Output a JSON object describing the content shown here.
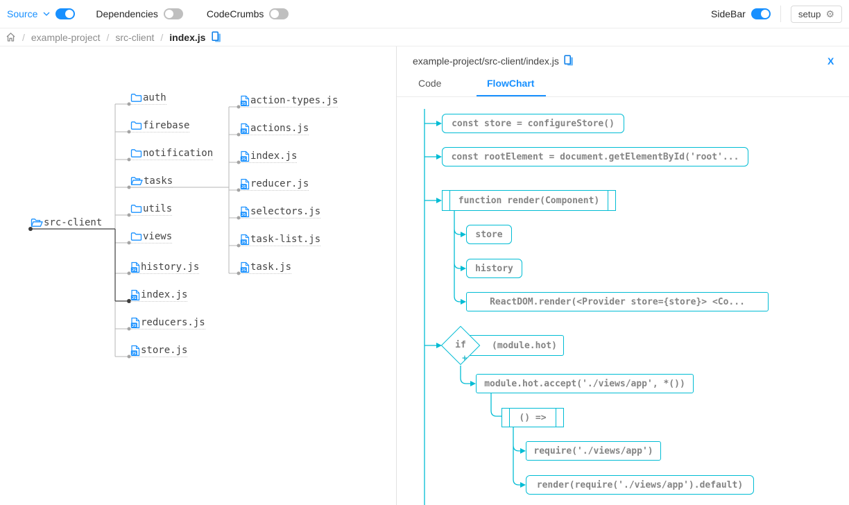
{
  "toolbar": {
    "source": {
      "label": "Source",
      "toggle": "on"
    },
    "dependencies": {
      "label": "Dependencies",
      "toggle": "off"
    },
    "codecrumbs": {
      "label": "CodeCrumbs",
      "toggle": "off"
    },
    "sidebar": {
      "label": "SideBar",
      "toggle": "on"
    },
    "setup_label": "setup"
  },
  "breadcrumb": {
    "separator": "/",
    "items": [
      "example-project",
      "src-client",
      "index.js"
    ]
  },
  "tree": {
    "root": {
      "name": "src-client",
      "type": "folder-open"
    },
    "level1": [
      {
        "name": "auth",
        "type": "folder"
      },
      {
        "name": "firebase",
        "type": "folder"
      },
      {
        "name": "notification",
        "type": "folder"
      },
      {
        "name": "tasks",
        "type": "folder-open"
      },
      {
        "name": "utils",
        "type": "folder"
      },
      {
        "name": "views",
        "type": "folder"
      },
      {
        "name": "history.js",
        "type": "file"
      },
      {
        "name": "index.js",
        "type": "file",
        "selected": true
      },
      {
        "name": "reducers.js",
        "type": "file"
      },
      {
        "name": "store.js",
        "type": "file"
      }
    ],
    "level2": [
      {
        "name": "action-types.js",
        "type": "file"
      },
      {
        "name": "actions.js",
        "type": "file"
      },
      {
        "name": "index.js",
        "type": "file"
      },
      {
        "name": "reducer.js",
        "type": "file"
      },
      {
        "name": "selectors.js",
        "type": "file"
      },
      {
        "name": "task-list.js",
        "type": "file"
      },
      {
        "name": "task.js",
        "type": "file"
      }
    ]
  },
  "sidebar_panel": {
    "title": "example-project/src-client/index.js",
    "close_label": "X",
    "tabs": [
      {
        "label": "Code",
        "active": false
      },
      {
        "label": "FlowChart",
        "active": true
      }
    ],
    "flowchart": {
      "if_label": "if",
      "plus_label": "+",
      "nodes": [
        {
          "id": "const-store",
          "label": "const store = configureStore()"
        },
        {
          "id": "const-root-element",
          "label": "const rootElement = document.getElementById('root'..."
        },
        {
          "id": "function-render",
          "label": "function render(Component)"
        },
        {
          "id": "store",
          "label": "store"
        },
        {
          "id": "history",
          "label": "history"
        },
        {
          "id": "reactdom-render",
          "label": "ReactDOM.render(<Provider store={store}> <Co..."
        },
        {
          "id": "if-condition",
          "label": "(module.hot)"
        },
        {
          "id": "module-hot-accept",
          "label": "module.hot.accept('./views/app', *())"
        },
        {
          "id": "arrow-fn",
          "label": "() =>"
        },
        {
          "id": "require-views-app",
          "label": "require('./views/app')"
        },
        {
          "id": "render-require",
          "label": "render(require('./views/app').default)"
        }
      ]
    }
  },
  "colors": {
    "accent": "#1890ff",
    "flow": "#00bcd4",
    "tree_line": "#b5b5b5",
    "tree_line_selected": "#3d3d3d"
  }
}
